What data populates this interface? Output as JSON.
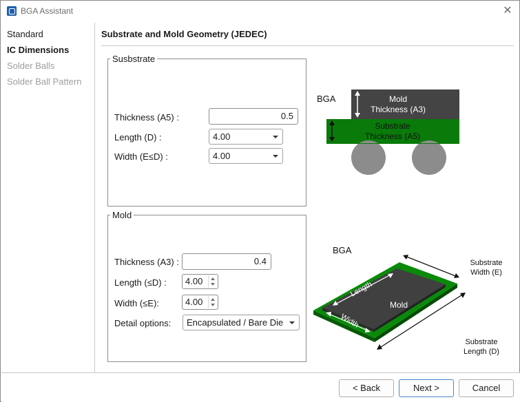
{
  "window": {
    "title": "BGA Assistant"
  },
  "sidebar": {
    "items": [
      {
        "label": "Standard",
        "state": "normal"
      },
      {
        "label": "IC Dimensions",
        "state": "active"
      },
      {
        "label": "Solder Balls",
        "state": "disabled"
      },
      {
        "label": "Solder Ball Pattern",
        "state": "disabled"
      }
    ]
  },
  "page": {
    "title": "Substrate and Mold Geometry (JEDEC)"
  },
  "substrate": {
    "legend": "Susbstrate",
    "thickness": {
      "label": "Thickness (A5) :",
      "value": "0.5"
    },
    "length": {
      "label": "Length (D) :",
      "value": "4.00"
    },
    "width": {
      "label": "Width (E≤D) :",
      "value": "4.00"
    }
  },
  "mold": {
    "legend": "Mold",
    "thickness": {
      "label": "Thickness (A3) :",
      "value": "0.4"
    },
    "length": {
      "label": "Length (≤D) :",
      "value": "4.00"
    },
    "width": {
      "label": "Width (≤E):",
      "value": "4.00"
    },
    "detail": {
      "label": "Detail options:",
      "value": "Encapsulated / Bare Die"
    }
  },
  "diagram_side": {
    "bga_label": "BGA",
    "mold_line1": "Mold",
    "mold_line2": "Thickness (A3)",
    "substrate_line1": "Substrate",
    "substrate_line2": "Thickness (A5)"
  },
  "diagram_iso": {
    "bga_label": "BGA",
    "length_label": "Length",
    "width_label": "Width",
    "mold_label": "Mold",
    "substrate_width_line1": "Substrate",
    "substrate_width_line2": "Width (E)",
    "substrate_length_line1": "Substrate",
    "substrate_length_line2": "Length (D)"
  },
  "footer": {
    "back_label": "< Back",
    "next_label": "Next >",
    "cancel_label": "Cancel"
  },
  "colors": {
    "substrate_green": "#0a7a0a",
    "mold_gray": "#444444",
    "ball_gray": "#8c8c8c",
    "accent_blue": "#4a86c7"
  }
}
